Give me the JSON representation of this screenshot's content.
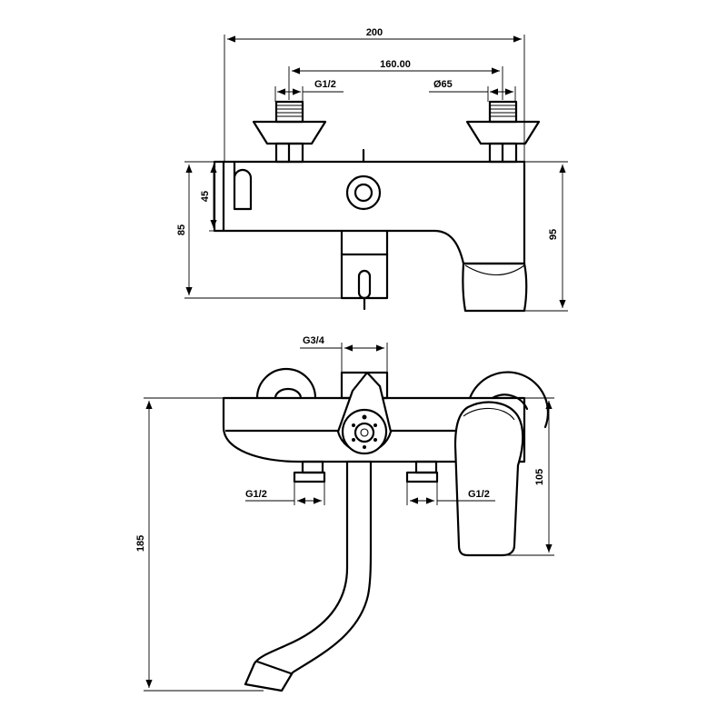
{
  "top_view": {
    "width_overall": "200",
    "centers": "160.00",
    "thread_left": "G1/2",
    "diameter": "Ø65",
    "height_inner": "45",
    "height_left": "85",
    "height_right": "95"
  },
  "front_view": {
    "top_thread": "G3/4",
    "thread_left": "G1/2",
    "thread_right": "G1/2",
    "height_overall": "185",
    "height_handle": "105"
  }
}
